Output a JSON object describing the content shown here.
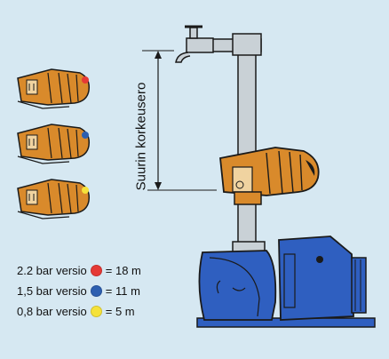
{
  "label_vertical": "Suurin korkeusero",
  "legend": [
    {
      "version": "2.2 bar versio",
      "color": "#e53935",
      "eq": "= 18 m",
      "name": "red"
    },
    {
      "version": "1,5 bar versio",
      "color": "#2d5fb0",
      "eq": "= 11 m",
      "name": "blue"
    },
    {
      "version": "0,8 bar versio",
      "color": "#f5e23a",
      "eq": "= 5 m",
      "name": "yellow"
    }
  ],
  "colors": {
    "background": "#d6e8f2",
    "pipe": "#c9d1d6",
    "pump_blue": "#2f5fc0",
    "switch_orange": "#d98a2b",
    "outline": "#1a1a1a"
  },
  "icons": [
    "faucet-icon",
    "pressure-switch-icon",
    "pump-icon",
    "dimension-arrow-icon"
  ]
}
